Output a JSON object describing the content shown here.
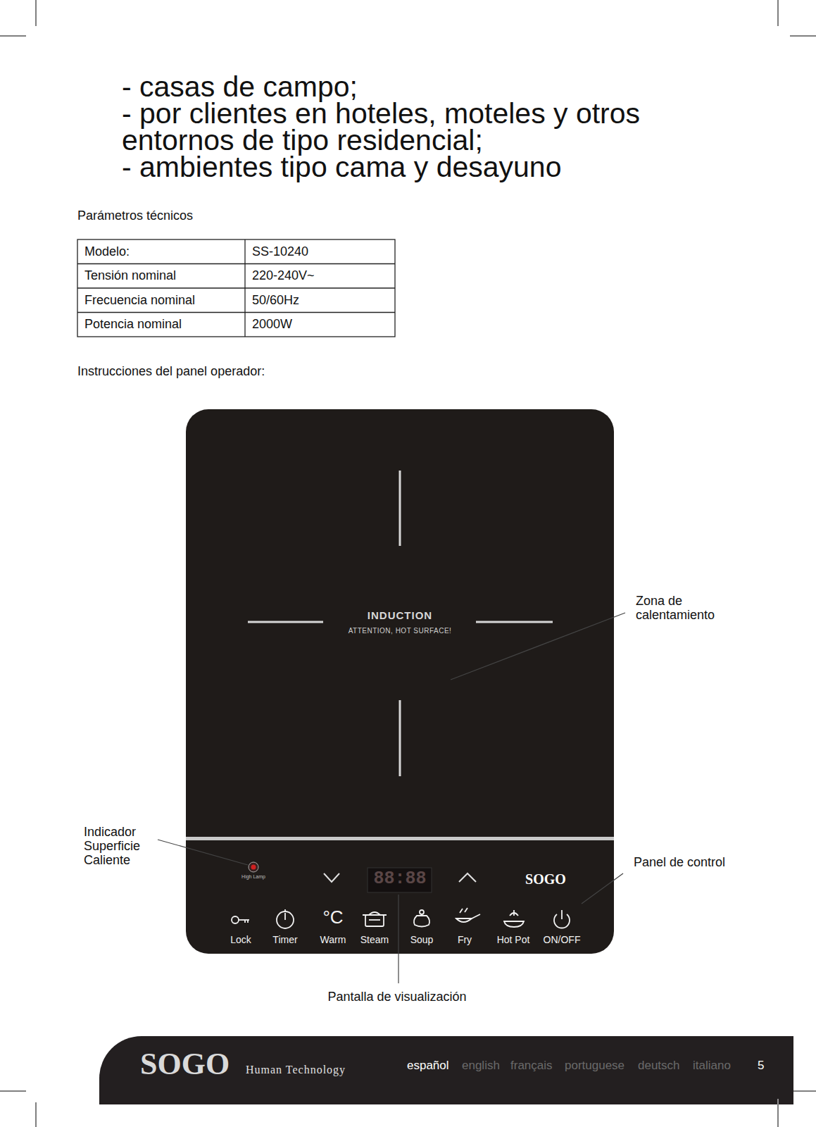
{
  "diagram": {
    "nodes": [
      {
        "text": [
          "INDUCTION",
          "ATTENTION, HOT SURFACE!",
          "High Lamp",
          "88:88",
          "SOGO",
          "°C",
          "Lock",
          "Timer",
          "Warm",
          "Steam",
          "Soup",
          "Fry",
          "Hot Pot",
          "ON/OFF"
        ]
      },
      {
        "text": [
          "SOGO",
          "Human Technology",
          "español",
          "english",
          "français",
          "portuguese",
          "deutsch",
          "italiano",
          "5"
        ]
      }
    ],
    "labels": [
      "- casas de campo;",
      "- por clientes en hoteles, moteles y otros entornos de tipo residencial;",
      "- ambientes tipo cama y desayuno",
      "Parámetros técnicos",
      "Modelo:",
      "SS-10240",
      "Tensión nominal",
      "220-240V~",
      "Frecuencia nominal",
      "50/60Hz",
      "Potencia nominal",
      "2000W",
      "Instrucciones del panel operador:",
      "Zona de calentamiento",
      "Indicador Superficie Caliente",
      "Panel de control",
      "Pantalla de visualización"
    ]
  }
}
